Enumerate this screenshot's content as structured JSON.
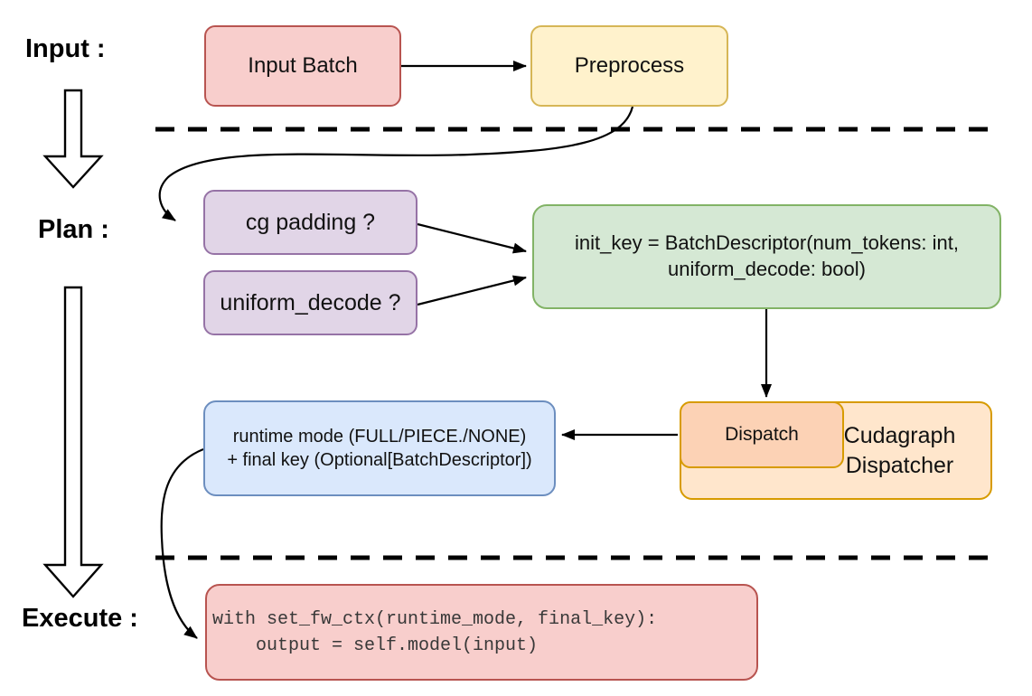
{
  "labels": {
    "input": "Input :",
    "plan": "Plan :",
    "execute": "Execute :"
  },
  "nodes": {
    "input_batch": {
      "label": "Input Batch"
    },
    "preprocess": {
      "label": "Preprocess"
    },
    "cg_padding": {
      "label": "cg padding ?"
    },
    "uniform_decode": {
      "label": "uniform_decode ?"
    },
    "init_key": {
      "line1": "init_key = BatchDescriptor(num_tokens: int,",
      "line2": "uniform_decode: bool)"
    },
    "dispatch": {
      "label": "Dispatch"
    },
    "dispatcher": {
      "line1": "Cudagraph",
      "line2": "Dispatcher"
    },
    "runtime_mode": {
      "line1": "runtime mode (FULL/PIECE./NONE)",
      "line2": "+ final key (Optional[BatchDescriptor])"
    },
    "exec_code": {
      "line1": "with set_fw_ctx(runtime_mode, final_key):",
      "line2": "    output = self.model(input)"
    }
  },
  "colors": {
    "red_fill": "#f8cecc",
    "red_stroke": "#b85450",
    "yellow_fill": "#fff2cc",
    "yellow_stroke": "#d6b656",
    "purple_fill": "#e1d5e7",
    "purple_stroke": "#9673a6",
    "green_fill": "#d5e8d4",
    "green_stroke": "#82b366",
    "orange_fill": "#ffe6cc",
    "orange_inner_fill": "#fcd2b5",
    "orange_stroke": "#d79b00",
    "blue_fill": "#dae8fc",
    "blue_stroke": "#6c8ebf",
    "line_color": "#000000"
  }
}
